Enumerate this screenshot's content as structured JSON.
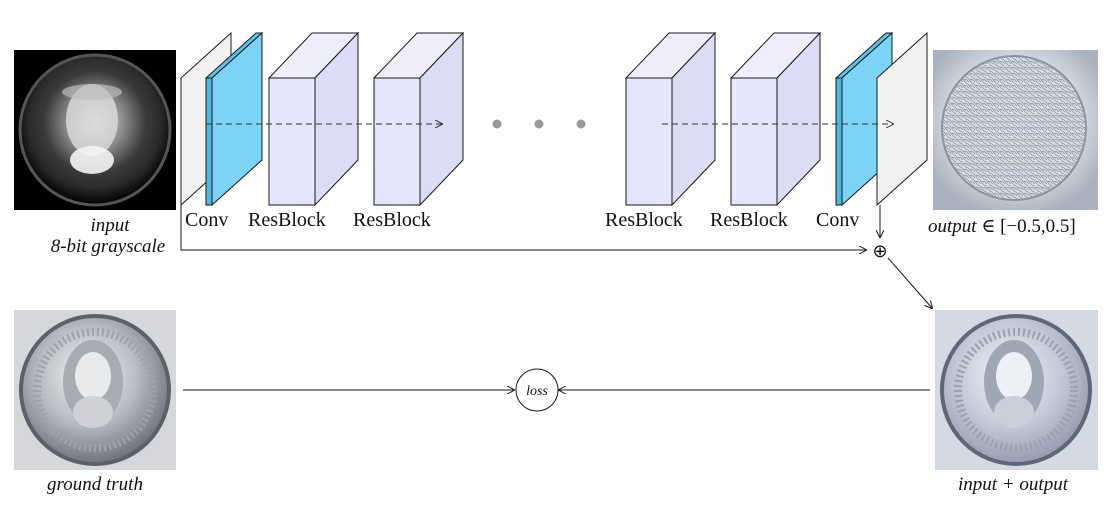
{
  "images": {
    "input": {
      "caption_line1": "input",
      "caption_line2": "8-bit grayscale"
    },
    "output": {
      "caption_italic": "output",
      "caption_range": " ∈ [−0.5,0.5]"
    },
    "ground_truth": {
      "caption": "ground truth"
    },
    "sum": {
      "caption": "input + output"
    }
  },
  "network": {
    "layers": [
      {
        "label": "Conv"
      },
      {
        "label": "ResBlock"
      },
      {
        "label": "ResBlock"
      },
      {
        "label": "ResBlock"
      },
      {
        "label": "ResBlock"
      },
      {
        "label": "Conv"
      }
    ],
    "ellipsis": "• • •"
  },
  "operators": {
    "add": "⊕",
    "loss": "loss"
  },
  "colors": {
    "conv_fill": "#7dd3f5",
    "resblock_fill": "#e6e6fa",
    "feature_fill": "#f2f2f2",
    "stroke": "#1a1a1a"
  }
}
